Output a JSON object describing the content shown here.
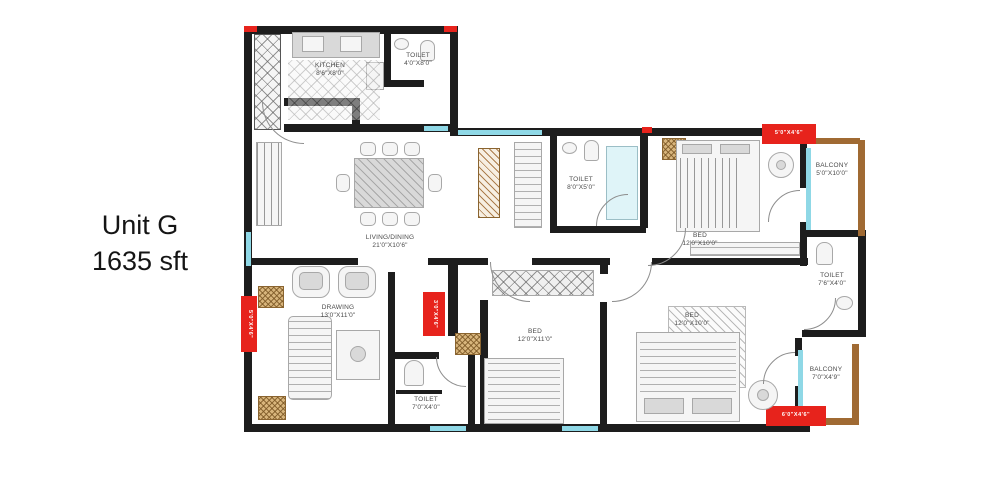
{
  "unit": {
    "name": "Unit G",
    "area": "1635 sft"
  },
  "colors": {
    "wall": "#1d1d1d",
    "window_sill": "#8fd8e6",
    "balcony_railing": "#a06a33",
    "window_marker": "#e7231c",
    "furniture_line": "#a8a8a8",
    "label_text": "#4a4a4a"
  },
  "rooms": [
    {
      "label": "KITCHEN",
      "dims": "8'6\"X8'0\""
    },
    {
      "label": "TOILET",
      "dims": "4'0\"X8'0\""
    },
    {
      "label": "LIVING/DINING",
      "dims": "21'0\"X10'6\""
    },
    {
      "label": "TOILET",
      "dims": "8'0\"X5'0\""
    },
    {
      "label": "BED",
      "dims": "12'0\"X10'0\""
    },
    {
      "label": "BALCONY",
      "dims": "5'0\"X10'0\""
    },
    {
      "label": "TOILET",
      "dims": "7'6\"X4'0\""
    },
    {
      "label": "BED",
      "dims": "12'0\"X11'0\""
    },
    {
      "label": "TOILET",
      "dims": "7'0\"X4'0\""
    },
    {
      "label": "BED",
      "dims": "12'0\"X10'0\""
    },
    {
      "label": "BALCONY",
      "dims": "7'0\"X4'9\""
    },
    {
      "label": "DRAWING",
      "dims": "13'0\"X11'0\""
    }
  ],
  "markers": [
    {
      "text": "5'0\"X4'6\""
    },
    {
      "text": "3'0\"X4'6\""
    },
    {
      "text": "5'0\"X4'6\""
    },
    {
      "text": "6'0\"X4'6\""
    }
  ]
}
